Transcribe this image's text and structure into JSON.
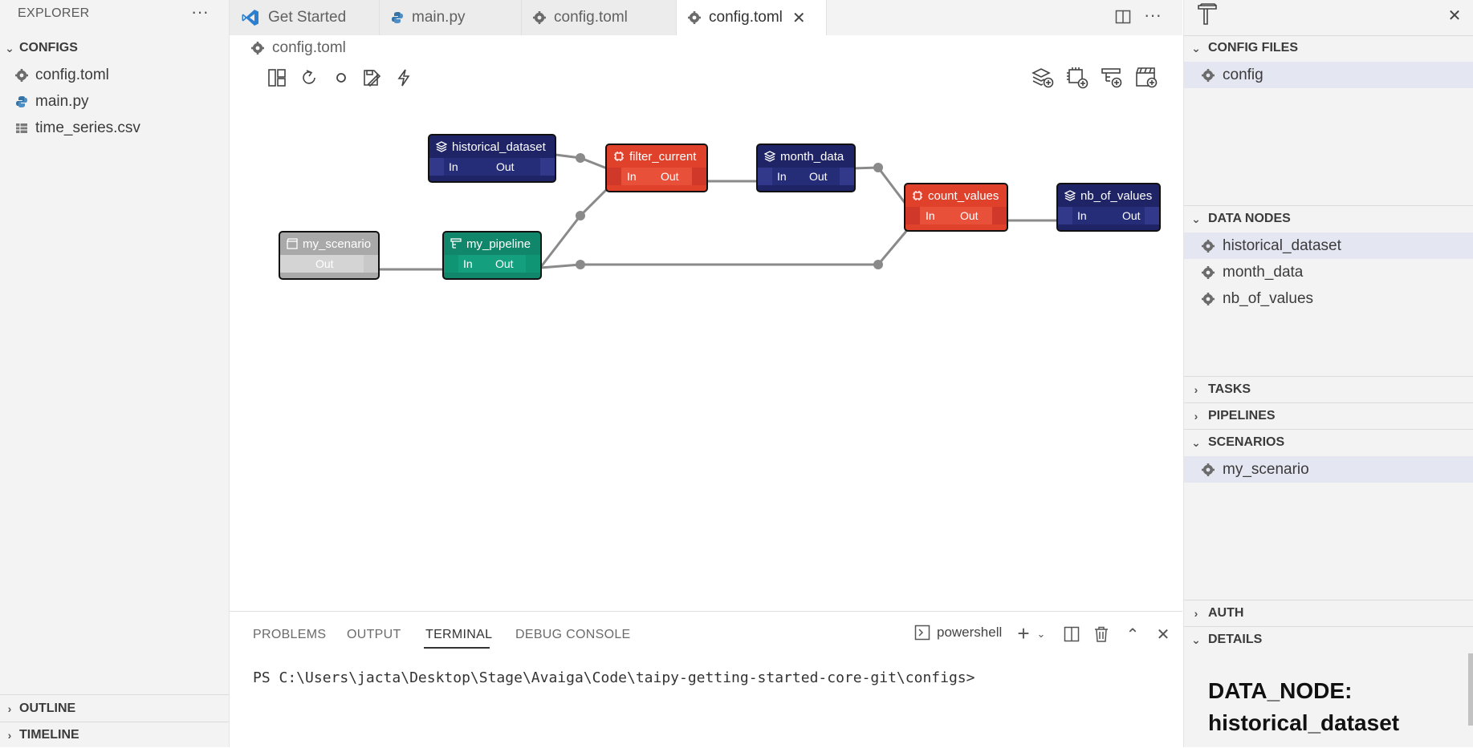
{
  "explorer": {
    "title": "EXPLORER",
    "section": "CONFIGS",
    "files": [
      {
        "name": "config.toml",
        "icon": "gear-icon"
      },
      {
        "name": "main.py",
        "icon": "python-icon"
      },
      {
        "name": "time_series.csv",
        "icon": "table-icon"
      }
    ],
    "outline": "OUTLINE",
    "timeline": "TIMELINE"
  },
  "tabs": [
    {
      "label": "Get Started",
      "icon": "vscode-icon"
    },
    {
      "label": "main.py",
      "icon": "python-icon"
    },
    {
      "label": "config.toml",
      "icon": "gear-icon"
    },
    {
      "label": "config.toml",
      "icon": "gear-icon",
      "active": true
    }
  ],
  "editor": {
    "breadcrumb": "config.toml"
  },
  "diagram": {
    "nodes": {
      "historical_dataset": {
        "label": "historical_dataset",
        "in": "In",
        "out": "Out",
        "color": "#1f2466"
      },
      "filter_current": {
        "label": "filter_current",
        "in": "In",
        "out": "Out",
        "color": "#e0412b"
      },
      "month_data": {
        "label": "month_data",
        "in": "In",
        "out": "Out",
        "color": "#1f2466"
      },
      "count_values": {
        "label": "count_values",
        "in": "In",
        "out": "Out",
        "color": "#e0412b"
      },
      "nb_of_values": {
        "label": "nb_of_values",
        "in": "In",
        "out": "Out",
        "color": "#1f2466"
      },
      "my_scenario": {
        "label": "my_scenario",
        "out": "Out",
        "color": "#b3b3b3"
      },
      "my_pipeline": {
        "label": "my_pipeline",
        "in": "In",
        "out": "Out",
        "color": "#10876a"
      }
    }
  },
  "right_panel": {
    "config_files": {
      "title": "CONFIG FILES",
      "items": [
        "config"
      ]
    },
    "data_nodes": {
      "title": "DATA NODES",
      "items": [
        "historical_dataset",
        "month_data",
        "nb_of_values"
      ]
    },
    "tasks": "TASKS",
    "pipelines": "PIPELINES",
    "scenarios": {
      "title": "SCENARIOS",
      "items": [
        "my_scenario"
      ]
    },
    "auth": "AUTH",
    "details": {
      "title": "DETAILS",
      "line1": "DATA_NODE:",
      "line2": "historical_dataset"
    }
  },
  "panel": {
    "tabs": [
      "PROBLEMS",
      "OUTPUT",
      "TERMINAL",
      "DEBUG CONSOLE"
    ],
    "active_tab": "TERMINAL",
    "shell": "powershell",
    "prompt": "PS C:\\Users\\jacta\\Desktop\\Stage\\Avaiga\\Code\\taipy-getting-started-core-git\\configs>"
  },
  "colors": {
    "data_node": "#1f2466",
    "task": "#e0412b",
    "pipeline": "#10876a",
    "scenario": "#b3b3b3",
    "selection": "#e4e6f1"
  }
}
